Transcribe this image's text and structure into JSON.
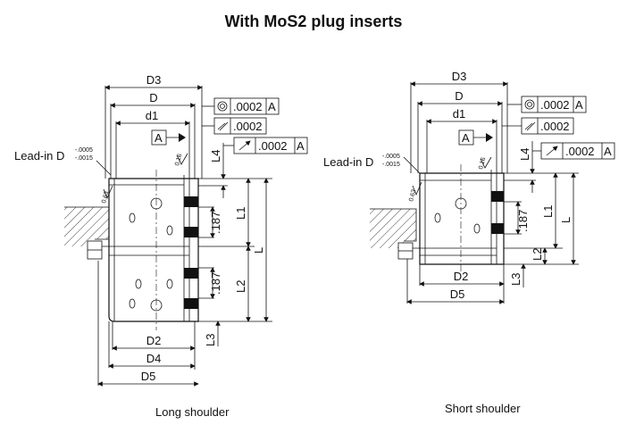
{
  "title": "With MoS2 plug inserts",
  "captions": {
    "long": "Long shoulder",
    "short": "Short shoulder"
  },
  "dims": {
    "D3": "D3",
    "D": "D",
    "d1": "d1",
    "D2": "D2",
    "D4": "D4",
    "D5": "D5",
    "L": "L",
    "L1": "L1",
    "L2": "L2",
    "L3": "L3",
    "L4": "L4",
    "dim187": ".187",
    "ra063": "0.63",
    "ra016": "0.16"
  },
  "lead_in": {
    "label": "Lead-in D",
    "upper": "-.0005",
    "lower": "-.0015"
  },
  "tolerances": {
    "concentricity": ".0002",
    "cylindricity": ".0002",
    "runout": ".0002",
    "datum": "A"
  }
}
